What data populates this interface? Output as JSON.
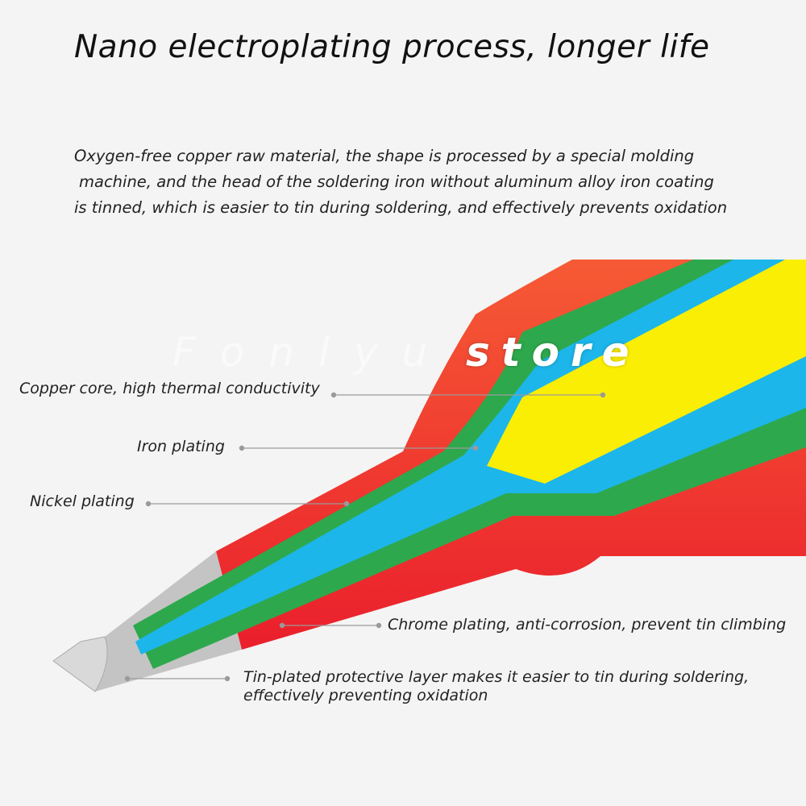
{
  "title": "Nano electroplating process, longer life",
  "description": [
    "Oxygen-free copper raw material, the shape is processed by a special molding",
    "machine, and the head of the soldering iron without aluminum alloy iron coating",
    "is tinned, which is easier to tin during soldering, and effectively prevents oxidation"
  ],
  "watermark": {
    "part1": "Fonlyu",
    "part2": "store"
  },
  "labels": {
    "copper": "Copper core, high thermal conductivity",
    "iron": "Iron plating",
    "nickel": "Nickel plating",
    "chrome": "Chrome plating, anti-corrosion, prevent tin climbing",
    "tin_line1": "Tin-plated protective layer makes it easier to tin during soldering,",
    "tin_line2": "effectively preventing oxidation"
  },
  "layer_colors": {
    "chrome": "#f2322e",
    "nickel": "#2ea84d",
    "iron": "#1cb6ea",
    "copper": "#fbee05",
    "tin": "#c4c4c4",
    "leader": "#9a9a9a"
  }
}
